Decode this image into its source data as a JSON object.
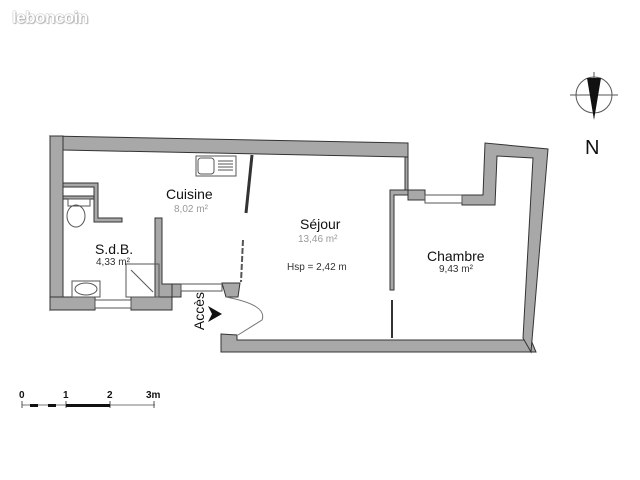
{
  "watermark": "leboncoin",
  "compass": {
    "label": "N"
  },
  "rooms": [
    {
      "name": "Cuisine",
      "area": "8,02 m²"
    },
    {
      "name": "S.d.B.",
      "area": "4,33 m²"
    },
    {
      "name": "Séjour",
      "area": "13,46 m²",
      "ceiling": "Hsp = 2,42 m"
    },
    {
      "name": "Chambre",
      "area": "9,43 m²"
    }
  ],
  "entrance": {
    "label": "Accès"
  },
  "scale_bar": {
    "ticks": [
      "0",
      "1",
      "2",
      "3m"
    ]
  },
  "colors": {
    "wall_fill": "#a8a8a8",
    "wall_stroke": "#333333",
    "background": "#ffffff"
  }
}
